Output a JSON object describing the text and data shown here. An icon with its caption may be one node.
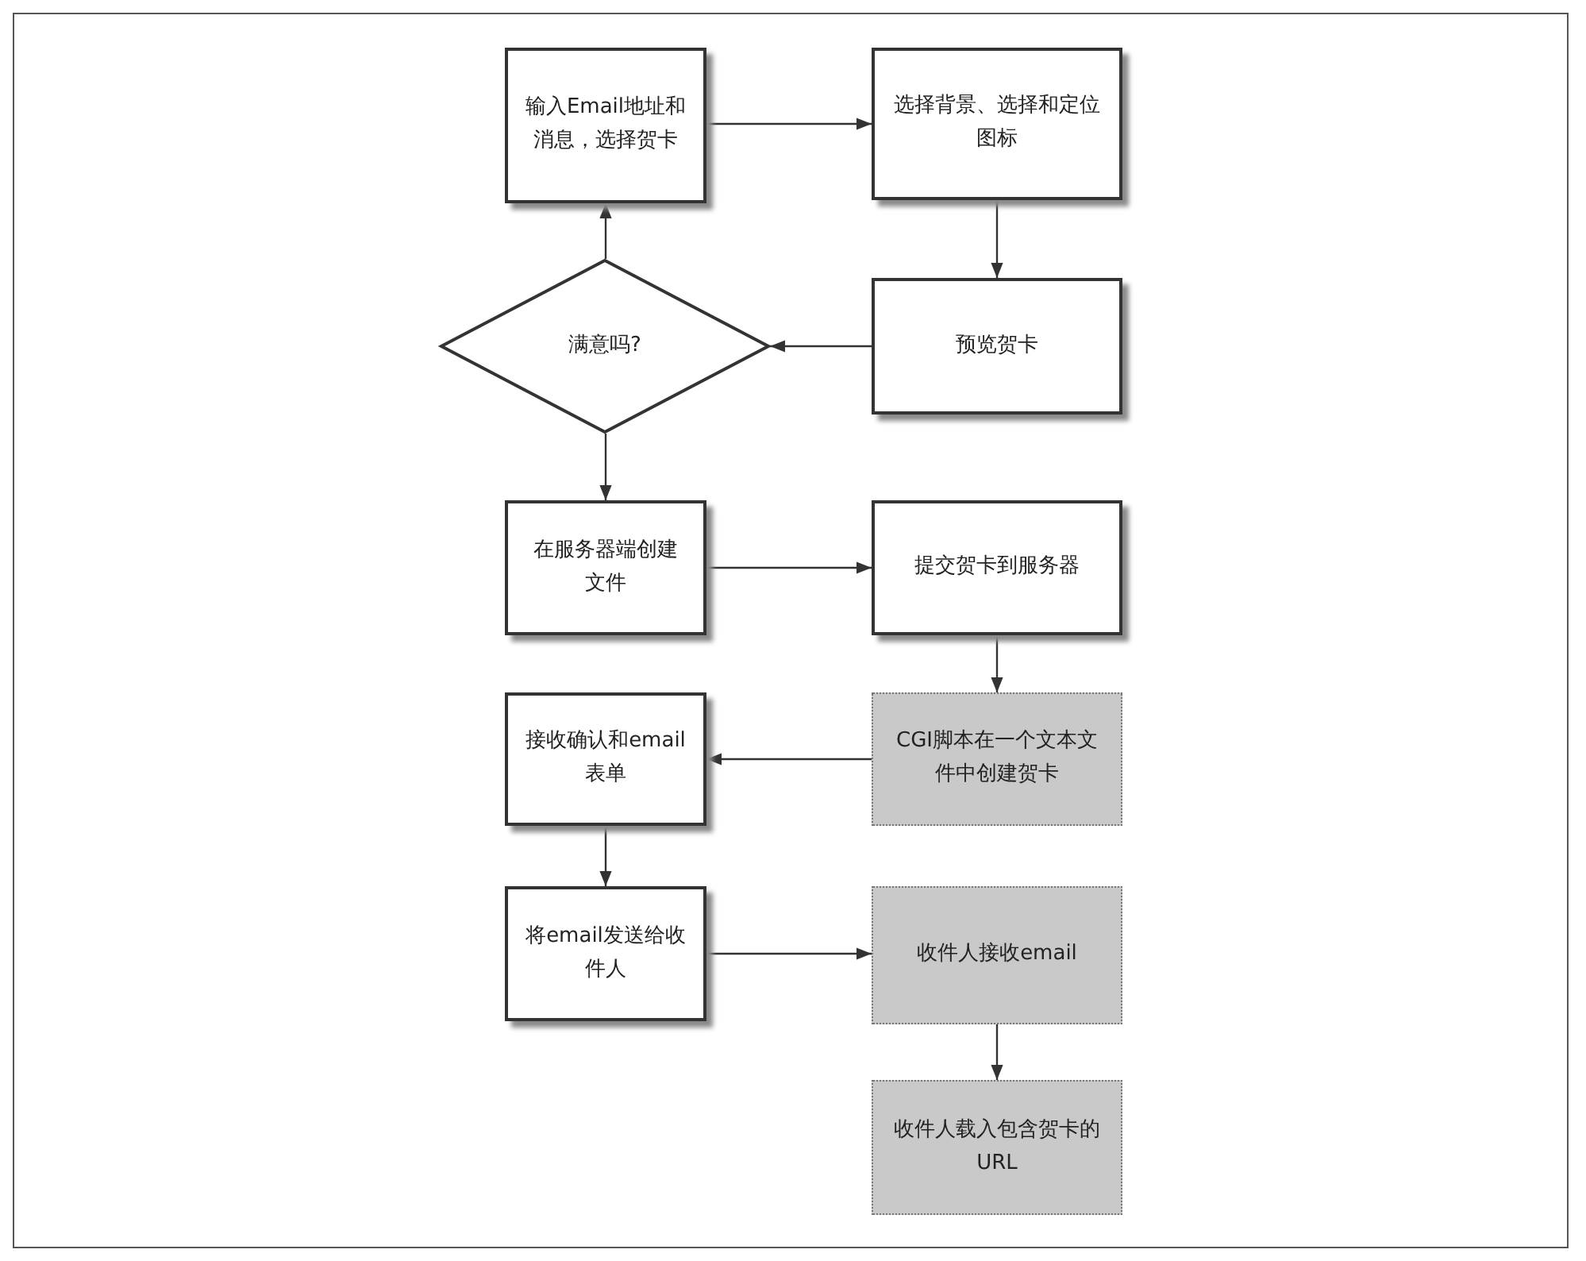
{
  "diagram": {
    "nodes": [
      {
        "text": [
          "输入Email地址和消息，选择贺卡"
        ]
      },
      {
        "text": [
          "选择背景、选择和定位图标"
        ]
      },
      {
        "text": [
          "满意吗?"
        ]
      },
      {
        "text": [
          "预览贺卡"
        ]
      },
      {
        "text": [
          "在服务器端创建文件"
        ]
      },
      {
        "text": [
          "提交贺卡到服务器"
        ]
      },
      {
        "text": [
          "CGI脚本在一个文本文件中创建贺卡"
        ]
      },
      {
        "text": [
          "接收确认和email表单"
        ]
      },
      {
        "text": [
          "将email发送给收件人"
        ]
      },
      {
        "text": [
          "收件人接收email"
        ]
      },
      {
        "text": [
          "收件人载入包含贺卡的URL"
        ]
      }
    ],
    "edges": [
      {
        "from": 0,
        "to": 1,
        "arrow": "to"
      },
      {
        "from": 1,
        "to": 3,
        "arrow": "to"
      },
      {
        "from": 3,
        "to": 2,
        "arrow": "to"
      },
      {
        "from": 2,
        "to": 0,
        "arrow": "to"
      },
      {
        "from": 2,
        "to": 4,
        "arrow": "to"
      },
      {
        "from": 4,
        "to": 5,
        "arrow": "to"
      },
      {
        "from": 5,
        "to": 6,
        "arrow": "to"
      },
      {
        "from": 6,
        "to": 7,
        "arrow": "to"
      },
      {
        "from": 7,
        "to": 8,
        "arrow": "to"
      },
      {
        "from": 8,
        "to": 9,
        "arrow": "to"
      },
      {
        "from": 9,
        "to": 10,
        "arrow": "to"
      }
    ]
  }
}
